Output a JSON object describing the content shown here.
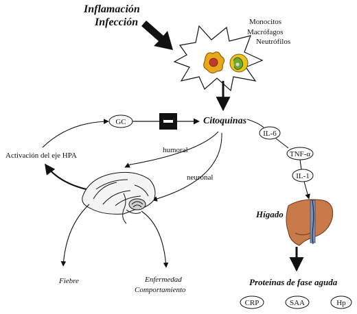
{
  "title": {
    "line1": "Inflamación",
    "line2": "Infección"
  },
  "cells": {
    "monocitos": "Monocitos",
    "macrofagos": "Macrófagos",
    "neutrofilos": "Neutrófilos"
  },
  "citoquinas": "Citoquinas",
  "gc": "GC",
  "hpa": "Activación del eje HPA",
  "humoral": "humoral",
  "neuronal": "neuronal",
  "cytokines": [
    "IL-6",
    "TNF-α",
    "IL-1"
  ],
  "higado": "Hígado",
  "proteinas_title": "Proteínas de fase aguda",
  "proteinas": [
    "CRP",
    "SAA",
    "Hp"
  ],
  "fiebre": "Fiebre",
  "enfermedad": {
    "line1": "Enfermedad",
    "line2": "Comportamiento"
  },
  "icons": [
    "inhibition-icon",
    "brain-icon",
    "liver-icon",
    "monocyte-icon",
    "neutrophil-icon"
  ]
}
